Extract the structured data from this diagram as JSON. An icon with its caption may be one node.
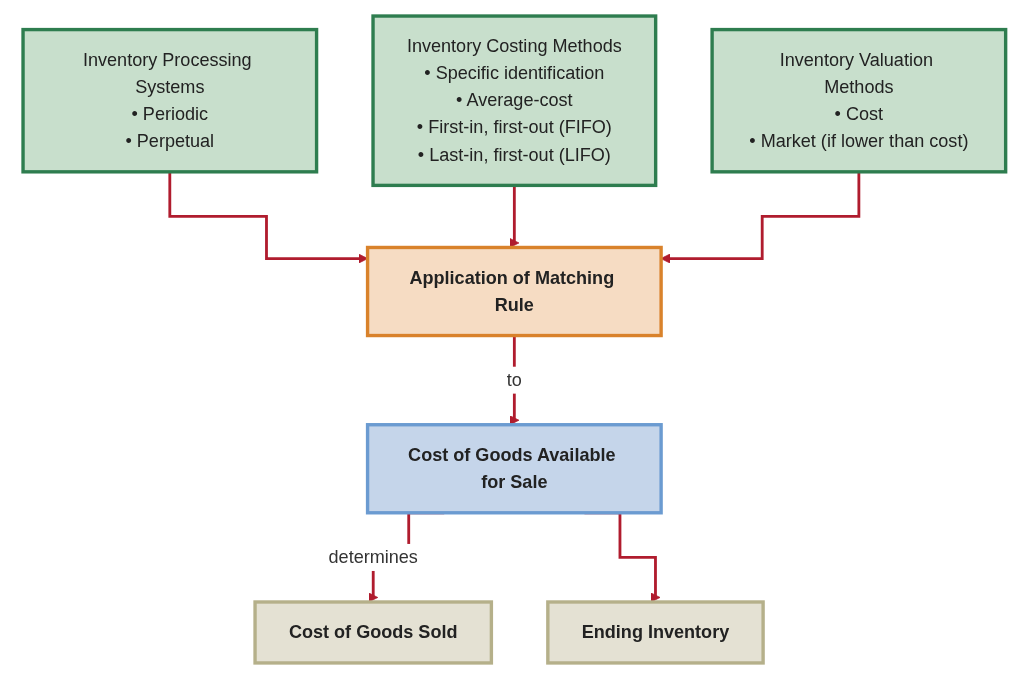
{
  "diagram": {
    "nodes": [
      {
        "text": [
          "Inventory Processing Systems",
          "• Periodic",
          "• Perpetual"
        ]
      },
      {
        "text": [
          "Inventory Costing Methods",
          "• Specific identification",
          "• Average-cost",
          "• First-in, first-out (FIFO)",
          "• Last-in, first-out (LIFO)"
        ]
      },
      {
        "text": [
          "Inventory Valuation Methods",
          "• Cost",
          "• Market (if lower than cost)"
        ]
      },
      {
        "text": [
          "Application of Matching Rule"
        ]
      },
      {
        "text": [
          "Cost of Goods Available for Sale"
        ]
      },
      {
        "text": [
          "Cost of Goods Sold"
        ]
      },
      {
        "text": [
          "Ending Inventory"
        ]
      }
    ],
    "edges": [
      {
        "from": 0,
        "to": 3,
        "arrow": "to"
      },
      {
        "from": 1,
        "to": 3,
        "arrow": "to"
      },
      {
        "from": 2,
        "to": 3,
        "arrow": "to"
      },
      {
        "from": 3,
        "to": 4,
        "arrow": "to",
        "label": "to"
      },
      {
        "from": 4,
        "to": 5,
        "arrow": "to",
        "label": "determines"
      },
      {
        "from": 4,
        "to": 6,
        "arrow": "to"
      }
    ]
  }
}
